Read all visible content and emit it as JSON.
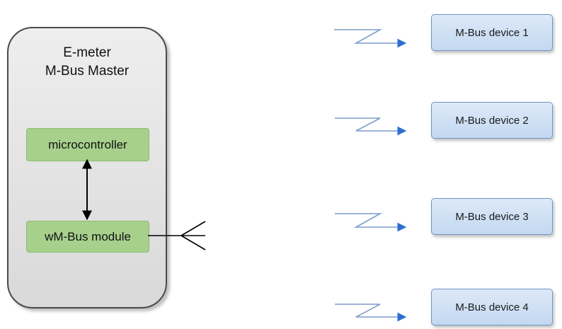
{
  "master": {
    "title_line1": "E-meter",
    "title_line2": "M-Bus Master",
    "microcontroller_label": "microcontroller",
    "module_label": "wM-Bus module"
  },
  "devices": [
    {
      "label": "M-Bus device 1"
    },
    {
      "label": "M-Bus device 2"
    },
    {
      "label": "M-Bus device 3"
    },
    {
      "label": "M-Bus device 4"
    }
  ],
  "colors": {
    "master_fill": "#e3e3e3",
    "component_fill": "#a7d08c",
    "device_fill": "#cfe0f4",
    "signal_color": "#5a86c8"
  }
}
